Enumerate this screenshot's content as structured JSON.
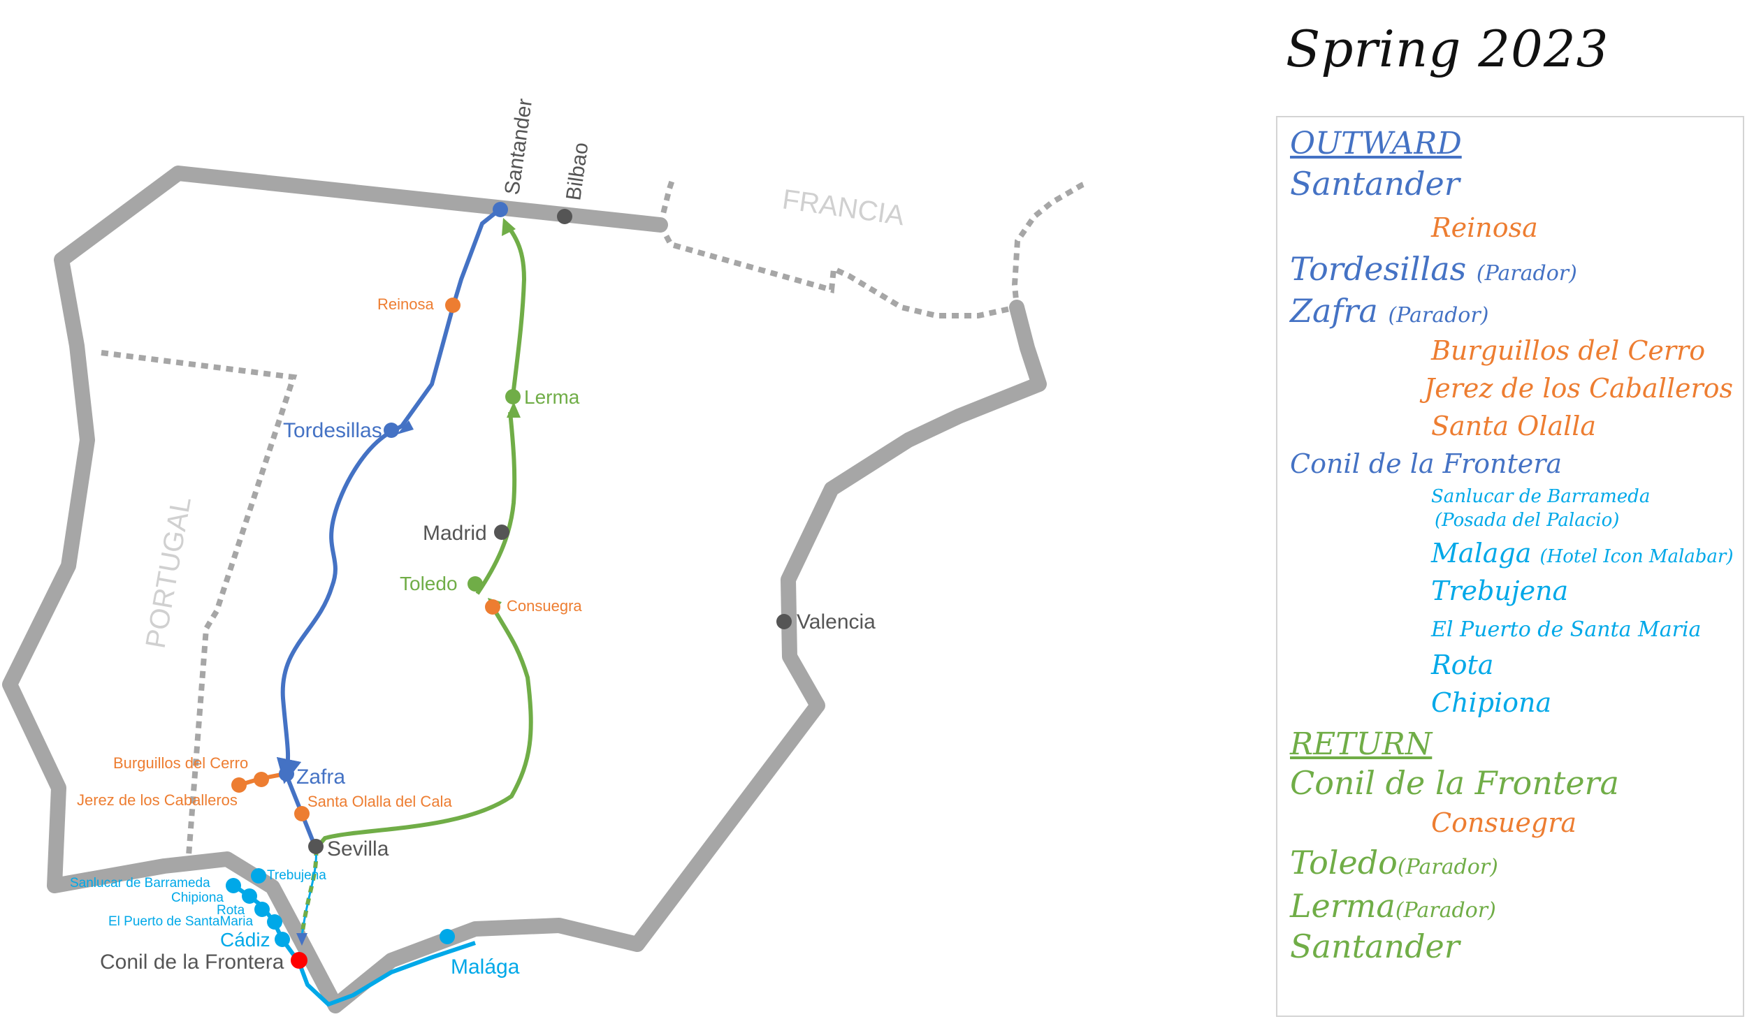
{
  "title": "Spring 2023",
  "colors": {
    "outward": "#4472c4",
    "stop": "#ed7d31",
    "local": "#00a8e8",
    "return": "#70ad47",
    "city": "#555555",
    "border": "#a6a6a6",
    "destination": "#ff0000"
  },
  "map": {
    "countries": {
      "france": "FRANCIA",
      "portugal": "PORTUGAL"
    },
    "cities": {
      "santander": "Santander",
      "bilbao": "Bilbao",
      "madrid": "Madrid",
      "valencia": "Valencia",
      "sevilla": "Sevilla",
      "conil": "Conil de la Frontera"
    },
    "outward_stops": {
      "tordesillas": "Tordesillas",
      "zafra": "Zafra"
    },
    "orange_stops": {
      "reinosa": "Reinosa",
      "burguillos": "Burguillos del Cerro",
      "jerez": "Jerez de los Caballeros",
      "santa_olalla": "Santa Olalla del Cala",
      "consuegra": "Consuegra"
    },
    "return_stops": {
      "lerma": "Lerma",
      "toledo": "Toledo"
    },
    "local_stops": {
      "trebujena": "Trebujena",
      "sanlucar": "Sanlucar de Barrameda",
      "chipiona": "Chipiona",
      "rota": "Rota",
      "puerto": "El Puerto de SantaMaria",
      "cadiz": "Cádiz",
      "malaga": "Malága"
    }
  },
  "legend": {
    "outward_heading": "OUTWARD",
    "outward": {
      "santander": "Santander",
      "reinosa": "Reinosa",
      "tordesillas": "Tordesillas",
      "tordesillas_note": "(Parador)",
      "zafra": "Zafra",
      "zafra_note": "(Parador)",
      "burguillos": "Burguillos del Cerro",
      "jerez": "Jerez de los Caballeros",
      "santa_olalla": "Santa Olalla",
      "conil": "Conil de la Frontera",
      "sanlucar": "Sanlucar de Barrameda",
      "sanlucar_note": "(Posada del Palacio)",
      "malaga": "Malaga",
      "malaga_note": "(Hotel Icon Malabar)",
      "trebujena": "Trebujena",
      "puerto": "El Puerto de Santa Maria",
      "rota": "Rota",
      "chipiona": "Chipiona"
    },
    "return_heading": "RETURN",
    "return": {
      "conil": "Conil de la Frontera",
      "consuegra": "Consuegra",
      "toledo": "Toledo",
      "toledo_note": "(Parador)",
      "lerma": "Lerma",
      "lerma_note": "(Parador)",
      "santander": "Santander"
    }
  }
}
